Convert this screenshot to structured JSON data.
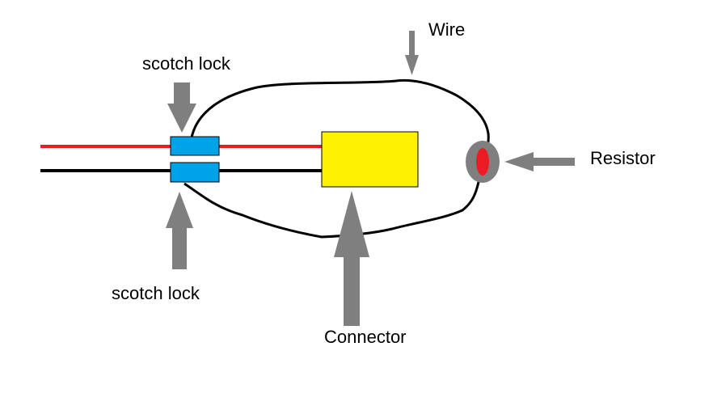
{
  "labels": {
    "wire": "Wire",
    "scotch_lock_top": "scotch lock",
    "scotch_lock_bottom": "scotch lock",
    "resistor": "Resistor",
    "connector": "Connector"
  },
  "colors": {
    "background": "#ffffff",
    "red_wire": "#ed1c24",
    "black_wire": "#000000",
    "scotch_lock": "#00a2e8",
    "connector": "#fff200",
    "resistor_body": "#7f7f7f",
    "resistor_core": "#ed1c24",
    "arrow": "#7f7f7f"
  }
}
